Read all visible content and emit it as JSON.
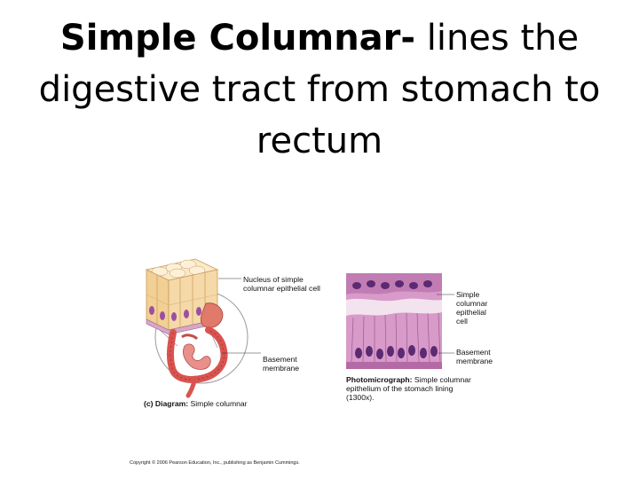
{
  "slide": {
    "title_bold": "Simple Columnar-",
    "title_line1_rest": " lines the",
    "title_line2": "digestive tract from stomach to",
    "title_line3": "rectum"
  },
  "diagram": {
    "label_nucleus_line1": "Nucleus of simple",
    "label_nucleus_line2": "columnar epithelial cell",
    "label_basement_line1": "Basement",
    "label_basement_line2": "membrane",
    "caption_prefix": "(c) Diagram:",
    "caption_text": " Simple columnar"
  },
  "photomicrograph": {
    "label_cell_line1": "Simple",
    "label_cell_line2": "columnar",
    "label_cell_line3": "epithelial",
    "label_cell_line4": "cell",
    "label_basement_line1": "Basement",
    "label_basement_line2": "membrane",
    "caption_prefix": "Photomicrograph:",
    "caption_rest_line1": " Simple columnar",
    "caption_line2": "epithelium of the stomach lining",
    "caption_line3": "(1300x)."
  },
  "copyright": "Copyright © 2006 Pearson Education, Inc., publishing as Benjamin Cummings.",
  "colors": {
    "cell_fill": "#f5d9a8",
    "cell_top": "#fbe9c9",
    "nucleus": "#9b4fa0",
    "intestine": "#d9534f",
    "stomach": "#e07a6a",
    "tissue_pink": "#d89ac9",
    "tissue_dark": "#6a2f7d"
  }
}
